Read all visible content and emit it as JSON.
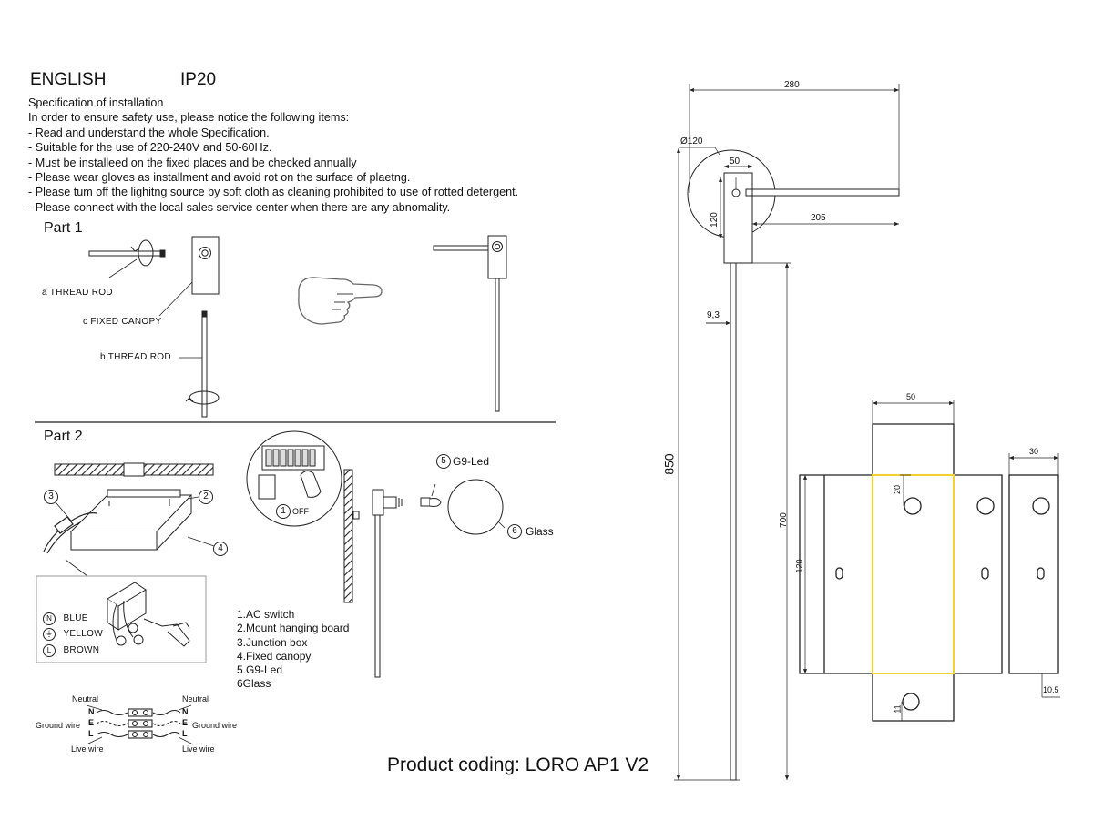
{
  "header": {
    "language": "ENGLISH",
    "rating": "IP20"
  },
  "spec": {
    "title": "Specification of installation",
    "intro": "In order to ensure safety use, please notice the following items:",
    "items": [
      "- Read and understand the whole Specification.",
      "- Suitable for the use of 220-240V and 50-60Hz.",
      "- Must be installeed on the fixed places and be checked annually",
      "- Please wear gloves as installment and avoid rot on the surface of plaetng.",
      "- Please tum off the lighitng source by soft cloth as cleaning prohibited to use of rotted detergent.",
      "- Please connect with the local sales service center when there are any abnomality."
    ]
  },
  "part1": {
    "title": "Part 1",
    "labels": {
      "a": "a THREAD ROD",
      "c": "c FIXED CANOPY",
      "b": "b THREAD ROD"
    }
  },
  "part2": {
    "title": "Part 2",
    "callouts": {
      "c1": "1",
      "c2": "2",
      "c3": "3",
      "c4": "4",
      "c5": "5",
      "c6": "6"
    },
    "off_label": "OFF",
    "g9_label": "G9-Led",
    "glass_label": "Glass",
    "wires": [
      {
        "letter": "N",
        "name": "BLUE"
      },
      {
        "letter": "⏚",
        "name": "YELLOW"
      },
      {
        "letter": "L",
        "name": "BROWN"
      }
    ],
    "legend": [
      "1.AC switch",
      "2.Mount hanging board",
      "3.Junction box",
      "4.Fixed canopy",
      "5.G9-Led",
      "6Glass"
    ],
    "wiring": {
      "neutral": "Neutral",
      "ground": "Ground wire",
      "live": "Live wire",
      "n": "N",
      "e": "E",
      "l": "L"
    }
  },
  "dimensions": {
    "d280": "280",
    "d120dia": "Ø120",
    "d50top": "50",
    "d205": "205",
    "d120v": "120",
    "d93": "9,3",
    "d850": "850",
    "d700": "700",
    "p50": "50",
    "p20": "20",
    "p120": "120",
    "p11": "11",
    "s30": "30",
    "s105": "10,5"
  },
  "footer": {
    "product": "Product coding: LORO AP1 V2"
  }
}
